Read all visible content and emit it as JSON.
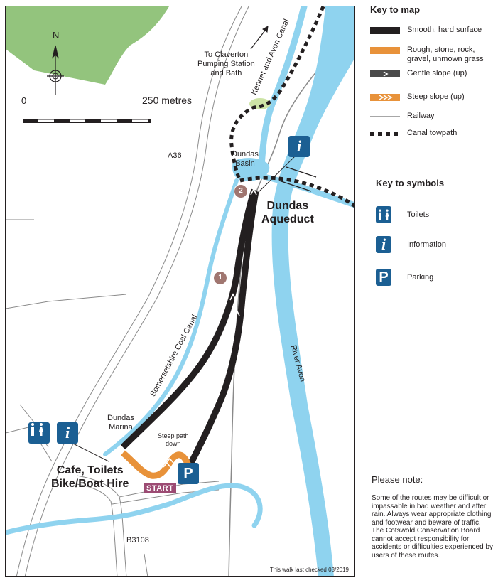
{
  "map": {
    "labels": {
      "claverton": "To Claverton\nPumping Station\nand Bath",
      "kennet_canal": "Kennet and Avon Canal",
      "a36": "A36",
      "dundas_basin": "Dundas\nBasin",
      "dundas_aqueduct": "Dundas\nAqueduct",
      "somerset_canal": "Somersetshire Coal Canal",
      "river_avon": "River Avon",
      "dundas_marina": "Dundas\nMarina",
      "steep_path": "Steep path\ndown",
      "cafe": "Cafe, Toilets\nBike/Boat Hire",
      "start": "START",
      "b3108": "B3108",
      "checked": "This walk last checked 03/2019"
    },
    "scale": {
      "start": "0",
      "end": "250 metres"
    },
    "compass": "N",
    "markers": [
      "1",
      "2"
    ],
    "colors": {
      "water": "#8fd3ef",
      "green": "#93c47d",
      "smooth": "#231f20",
      "rough": "#e8923a",
      "symbol_blue": "#1b5f93",
      "start": "#9c4b73",
      "marker": "#a07670"
    }
  },
  "key_to_map": {
    "title": "Key to map",
    "items": [
      {
        "label": "Smooth, hard surface",
        "kind": "smooth"
      },
      {
        "label": "Rough, stone, rock,\ngravel, unmown grass",
        "kind": "rough"
      },
      {
        "label": "Gentle slope (up)",
        "kind": "gentle"
      },
      {
        "label": "Steep slope (up)",
        "kind": "steep"
      },
      {
        "label": "Railway",
        "kind": "railway"
      },
      {
        "label": "Canal towpath",
        "kind": "towpath"
      }
    ]
  },
  "key_to_symbols": {
    "title": "Key to symbols",
    "items": [
      {
        "label": "Toilets",
        "icon": "toilets-icon"
      },
      {
        "label": "Information",
        "icon": "information-icon"
      },
      {
        "label": "Parking",
        "icon": "parking-icon"
      }
    ]
  },
  "note": {
    "title": "Please note:",
    "body": "Some of the routes may be difficult or impassable in bad weather and after rain. Always wear appropriate clothing and footwear and beware of traffic. The Cotswold Conservation Board cannot accept responsibility for accidents or difficulties experienced by users of these routes."
  }
}
